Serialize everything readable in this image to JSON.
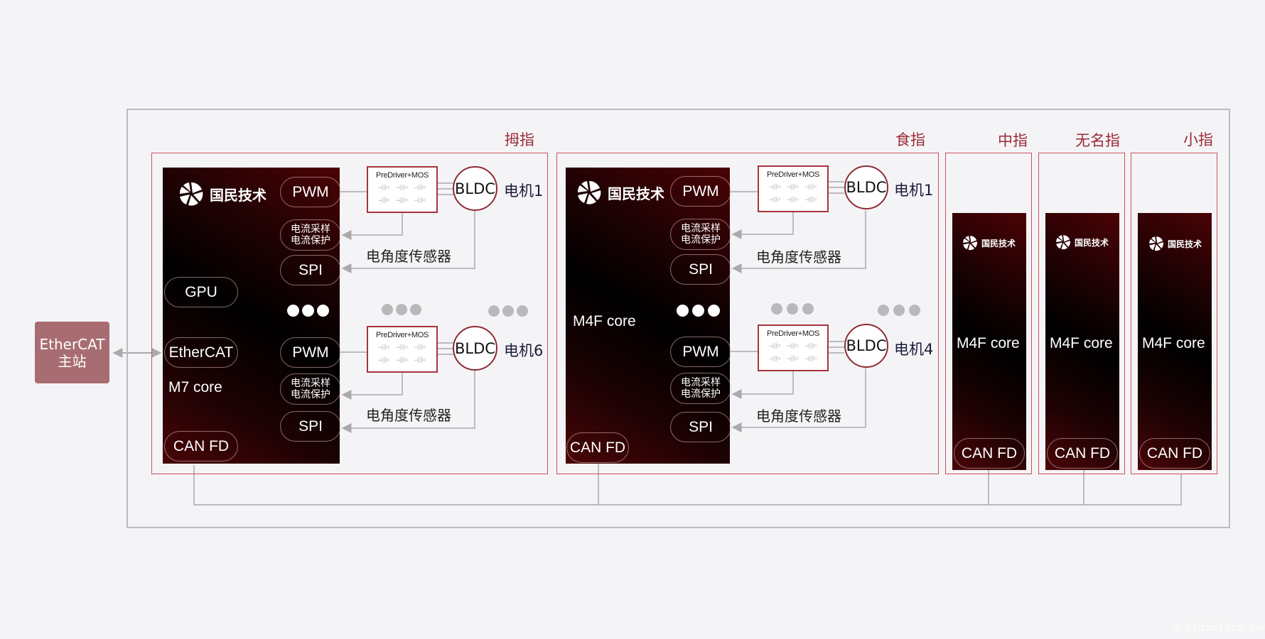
{
  "master": {
    "line1": "EtherCAT",
    "line2": "主站"
  },
  "brand": {
    "name": "国民技术",
    "icon": "guomin-logo-icon"
  },
  "fingers": {
    "thumb": {
      "label": "拇指",
      "core": "M7 core",
      "pills": {
        "gpu": "GPU",
        "ethercat": "EtherCAT",
        "canfd": "CAN FD"
      },
      "channels": [
        {
          "pwm": "PWM",
          "sample_line1": "电流采样",
          "sample_line2": "电流保护",
          "spi": "SPI",
          "predriver": "PreDriver+MOS",
          "motor_type": "BLDC",
          "motor_label": "电机1",
          "sensor": "电角度传感器"
        },
        {
          "pwm": "PWM",
          "sample_line1": "电流采样",
          "sample_line2": "电流保护",
          "spi": "SPI",
          "predriver": "PreDriver+MOS",
          "motor_type": "BLDC",
          "motor_label": "电机6",
          "sensor": "电角度传感器"
        }
      ]
    },
    "index": {
      "label": "食指",
      "core": "M4F core",
      "pills": {
        "canfd": "CAN FD"
      },
      "channels": [
        {
          "pwm": "PWM",
          "sample_line1": "电流采样",
          "sample_line2": "电流保护",
          "spi": "SPI",
          "predriver": "PreDriver+MOS",
          "motor_type": "BLDC",
          "motor_label": "电机1",
          "sensor": "电角度传感器"
        },
        {
          "pwm": "PWM",
          "sample_line1": "电流采样",
          "sample_line2": "电流保护",
          "spi": "SPI",
          "predriver": "PreDriver+MOS",
          "motor_type": "BLDC",
          "motor_label": "电机4",
          "sensor": "电角度传感器"
        }
      ]
    },
    "middle": {
      "label": "中指",
      "core": "M4F core",
      "canfd": "CAN FD"
    },
    "ring": {
      "label": "无名指",
      "core": "M4F core",
      "canfd": "CAN FD"
    },
    "little": {
      "label": "小指",
      "core": "M4F core",
      "canfd": "CAN FD"
    }
  },
  "mos_glyph": "⊣⊫",
  "watermark": "m.yidaofarm.com",
  "colors": {
    "accent": "#9b2a35",
    "master_box": "#a86d72",
    "line": "#bcbcbe"
  }
}
